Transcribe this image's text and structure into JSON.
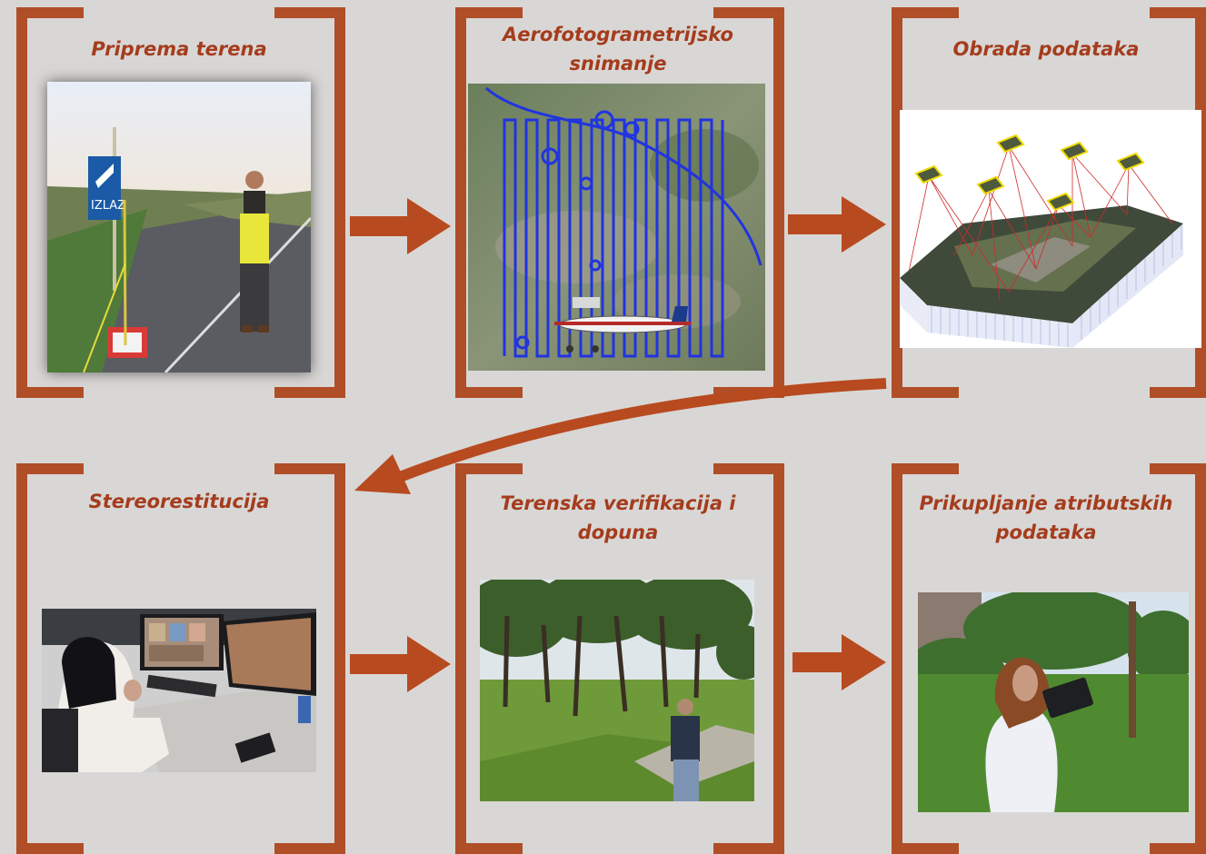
{
  "colors": {
    "frame": "#b04e28",
    "arrow": "#b84a20",
    "title": "#a53c1d",
    "background": "#d8d7d5"
  },
  "steps": [
    {
      "title_lines": [
        "Priprema terena"
      ],
      "image": "field-preparation-photo"
    },
    {
      "title_lines": [
        "Aerofotogrametrijsko",
        "snimanje"
      ],
      "image": "aerial-survey-flight-lines-image"
    },
    {
      "title_lines": [
        "Obrada podataka"
      ],
      "image": "photogrammetry-processing-image"
    },
    {
      "title_lines": [
        "Stereorestitucija"
      ],
      "image": "stereorestitution-workstation-photo"
    },
    {
      "title_lines": [
        "Terenska verifikacija i",
        "dopuna"
      ],
      "image": "field-verification-photo"
    },
    {
      "title_lines": [
        "Prikupljanje atributskih",
        "podataka"
      ],
      "image": "attribute-collection-photo"
    }
  ],
  "photo_texts": {
    "road_sign": "IZLAZ"
  }
}
